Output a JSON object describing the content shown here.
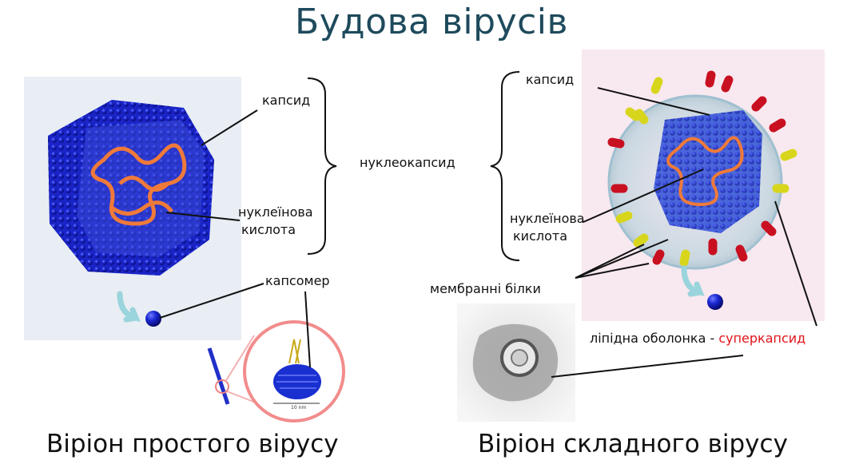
{
  "title": "Будова вірусів",
  "left": {
    "capsid": "капсид",
    "nucleic_line1": "нуклеїнова",
    "nucleic_line2": "кислота",
    "capsomer": "капсомер",
    "scale": "10 nm",
    "caption": "Віріон простого вірусу"
  },
  "center": {
    "nucleocapsid": "нуклеокапсид"
  },
  "right": {
    "capsid": "капсид",
    "nucleic_line1": "нуклеїнова",
    "nucleic_line2": "кислота",
    "membrane_proteins": "мембранні білки",
    "lipid_envelope": "ліпідна оболонка - ",
    "supercapsid": "суперкапсид",
    "caption": "Віріон складного вірусу"
  },
  "colors": {
    "title": "#1e4a5c",
    "capsid_blue": "#1a2fd0",
    "nucleic_orange": "#ef7a3a",
    "supercapsid_red": "#e0141a",
    "spike_yellow": "#d8d61c",
    "spike_red": "#c81020"
  }
}
